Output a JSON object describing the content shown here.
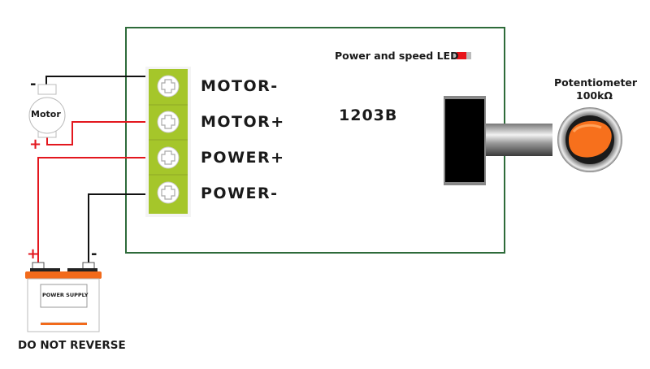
{
  "board": {
    "model": "1203B",
    "led_label": "Power and speed LED",
    "border_color": "#2e6b3a"
  },
  "terminals": [
    {
      "label": "MOTOR-",
      "wire_color": "#111111"
    },
    {
      "label": "MOTOR+",
      "wire_color": "#e3171e"
    },
    {
      "label": "POWER+",
      "wire_color": "#e3171e"
    },
    {
      "label": "POWER-",
      "wire_color": "#111111"
    }
  ],
  "motor": {
    "label": "Motor",
    "neg_sign": "-",
    "pos_sign": "+"
  },
  "power_supply": {
    "label": "POWER SUPPLY",
    "pos_sign": "+",
    "neg_sign": "-",
    "warning": "DO NOT REVERSE",
    "accent_color": "#f26a1b"
  },
  "potentiometer": {
    "title": "Potentiometer",
    "value": "100kΩ",
    "knob_color": "#f7701c"
  },
  "colors": {
    "terminal_green": "#a5c62a",
    "wire_red": "#e3171e",
    "wire_black": "#111111",
    "led_red": "#e8141a"
  }
}
